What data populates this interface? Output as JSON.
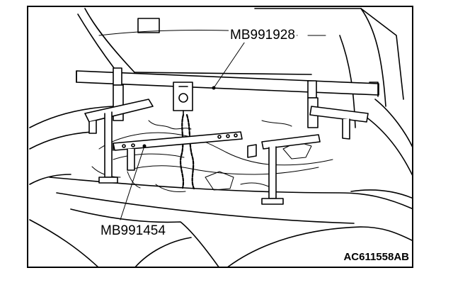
{
  "labels": {
    "part_top": "MB991928",
    "part_bottom": "MB991454",
    "figure_id": "AC611558AB"
  }
}
